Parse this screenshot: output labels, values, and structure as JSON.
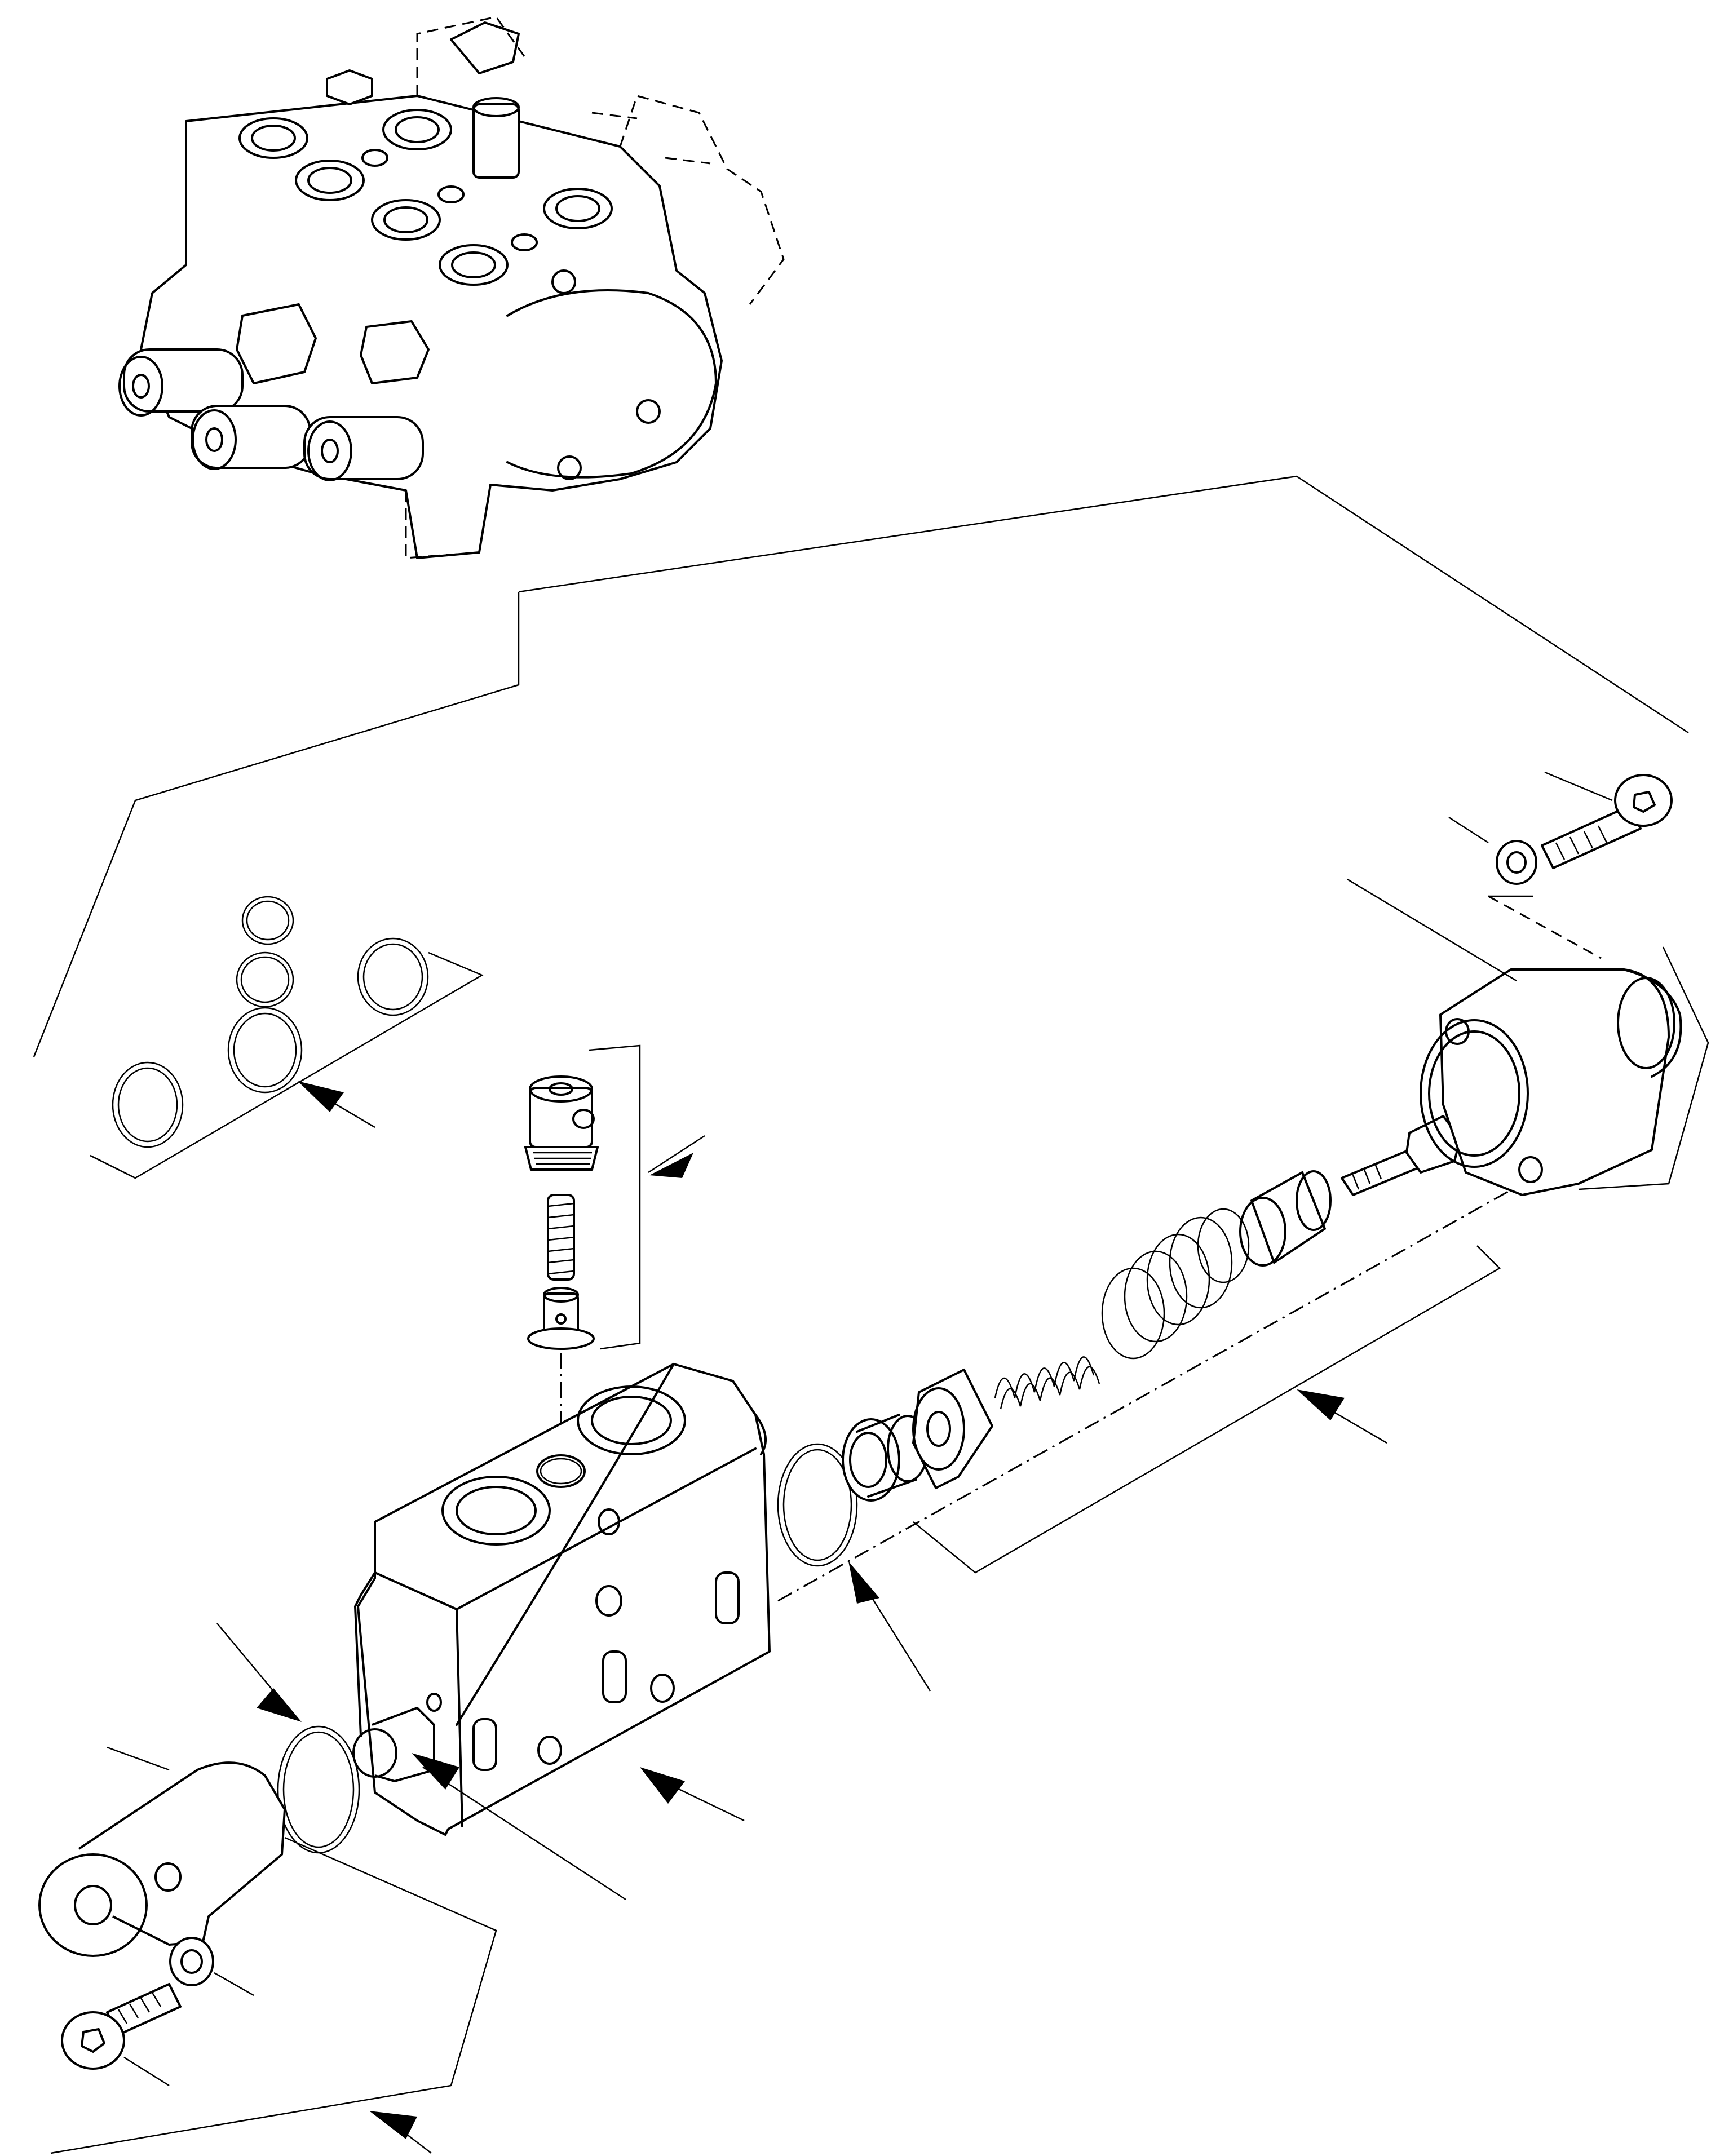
{
  "diagram": {
    "type": "exploded-parts-view",
    "labels": [],
    "icons": [
      "control-valve-assembly",
      "valve-section-body",
      "relief-valve-cartridge",
      "spring",
      "o-ring",
      "cap-screw",
      "lock-washer",
      "end-cover"
    ]
  }
}
